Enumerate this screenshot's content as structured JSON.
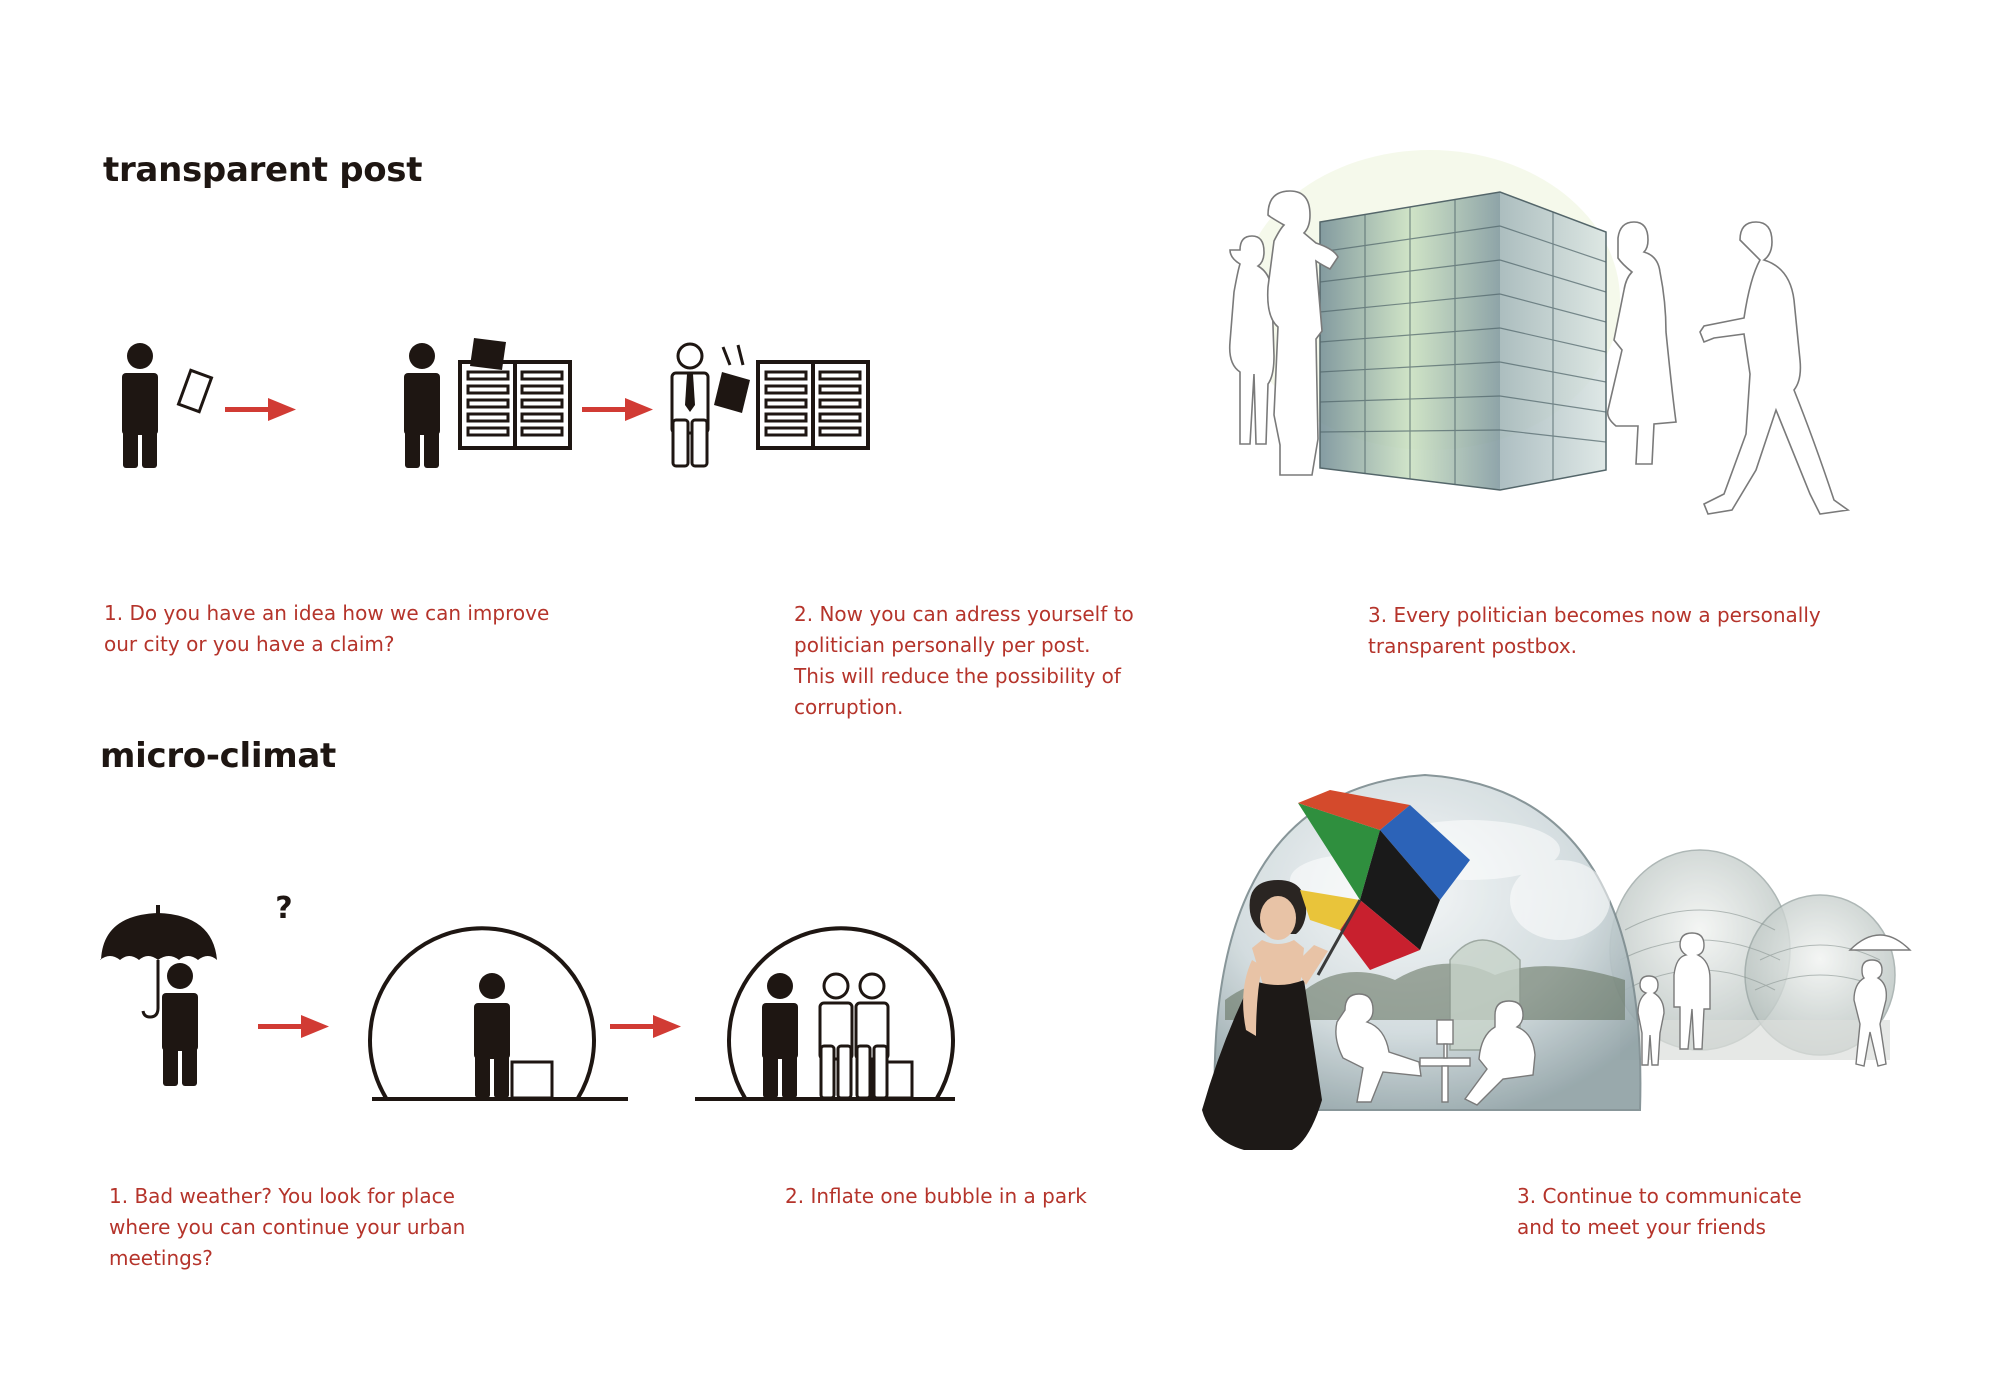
{
  "sections": [
    {
      "title": "transparent post",
      "steps": [
        {
          "lines": [
            "1. Do you have an idea how we can improve",
            "our city or you have a claim?"
          ]
        },
        {
          "lines": [
            "2. Now you can adress yourself  to",
            "politician personally per post.",
            "This will reduce the possibility of",
            "corruption."
          ]
        },
        {
          "lines": [
            "3. Every politician becomes now a personally",
            "transparent postbox."
          ]
        }
      ]
    },
    {
      "title": "micro-climat",
      "question_mark": "?",
      "steps": [
        {
          "lines": [
            "1. Bad weather? You look for place",
            "where you can continue your urban",
            "meetings?"
          ]
        },
        {
          "lines": [
            "2. Inflate one bubble in a park"
          ]
        },
        {
          "lines": [
            "3. Continue to communicate",
            "and to meet your friends"
          ]
        }
      ]
    }
  ],
  "colors": {
    "heading": "#1e1612",
    "caption": "#b5342b",
    "arrow": "#d13b34",
    "pictogram": "#1e1612"
  },
  "icons": {
    "person": "person-icon",
    "letter": "letter-icon",
    "postbox": "postbox-icon",
    "politician": "politician-icon",
    "umbrella": "umbrella-icon",
    "bubble": "bubble-icon",
    "arrow": "arrow-right-icon"
  }
}
